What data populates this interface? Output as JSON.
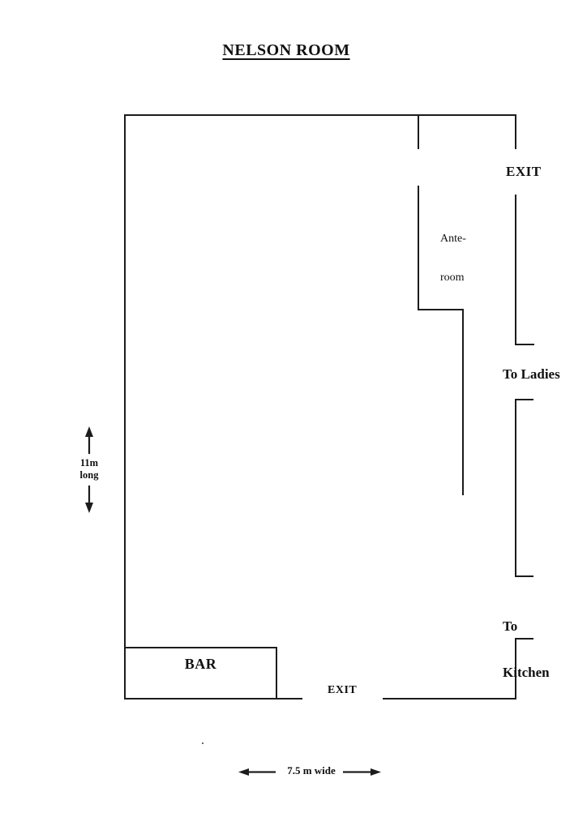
{
  "title": {
    "text": "NELSON ROOM"
  },
  "room": {
    "exit_top_label": "EXIT",
    "ante_room": {
      "line1": "Ante-",
      "line2": "room"
    },
    "to_ladies_label": "To Ladies",
    "to_kitchen": {
      "line1": "To",
      "line2": "Kitchen"
    },
    "bar_label": "BAR",
    "exit_bottom_label": "EXIT"
  },
  "dimensions": {
    "length": {
      "line1": "11m",
      "line2": "long"
    },
    "width_label": "7.5 m wide"
  },
  "icons": {
    "arrow_up": "arrow-up-icon",
    "arrow_down": "arrow-down-icon",
    "arrow_left": "arrow-left-icon",
    "arrow_right": "arrow-right-icon"
  },
  "colors": {
    "wall": "#1c1c1c",
    "text": "#111111",
    "background": "#ffffff"
  }
}
